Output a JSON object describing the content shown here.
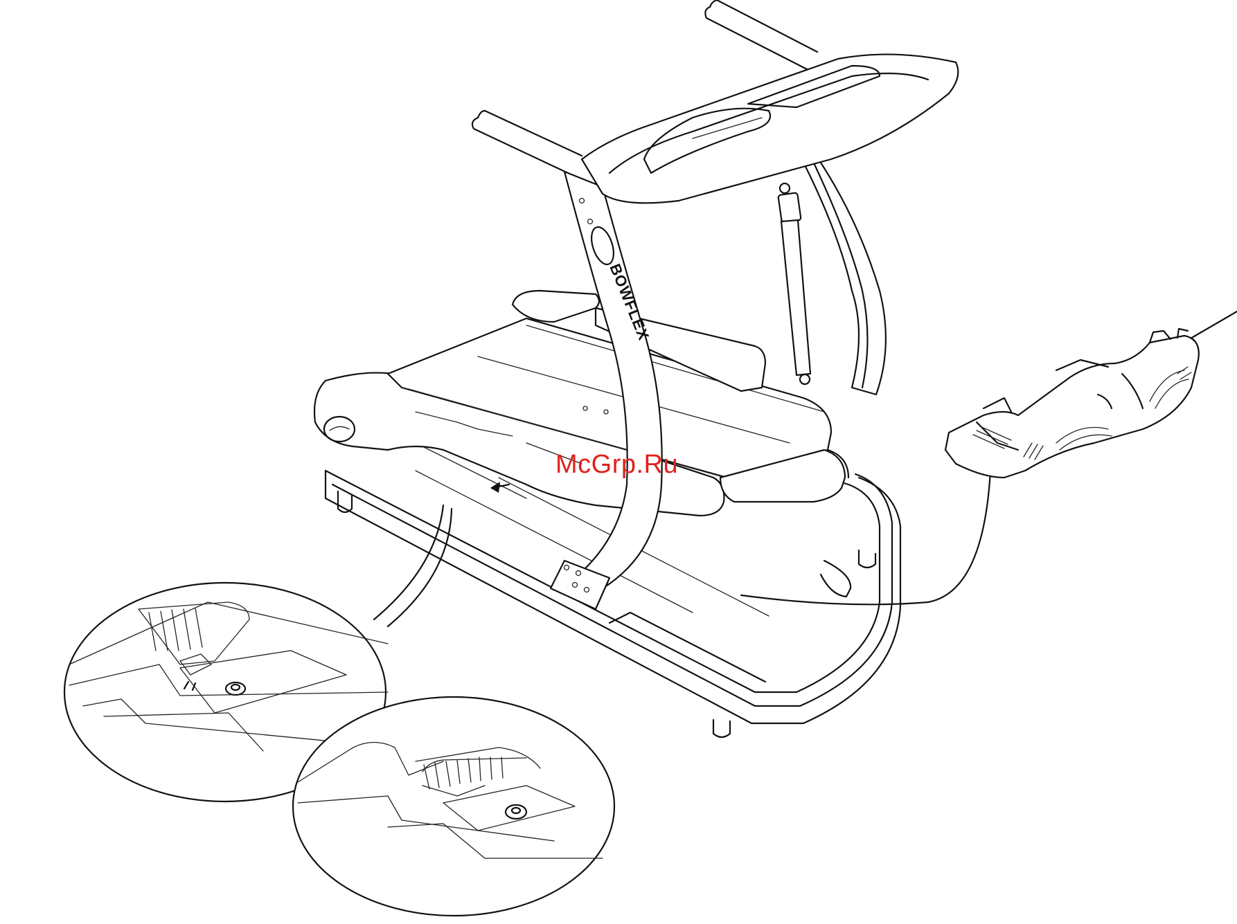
{
  "watermark": "McGrp.Ru",
  "brand_logo_text": "BOWFLEX",
  "colors": {
    "line": "#111111",
    "watermark": "#e0211d",
    "background": "#ffffff"
  },
  "figure": {
    "subject": "treadmill-hood-cover-installation",
    "components": [
      "handlebar-frame",
      "console",
      "gas-shock",
      "walking-deck",
      "base-frame",
      "motor-hood-cover"
    ],
    "detail_callouts": 2
  }
}
